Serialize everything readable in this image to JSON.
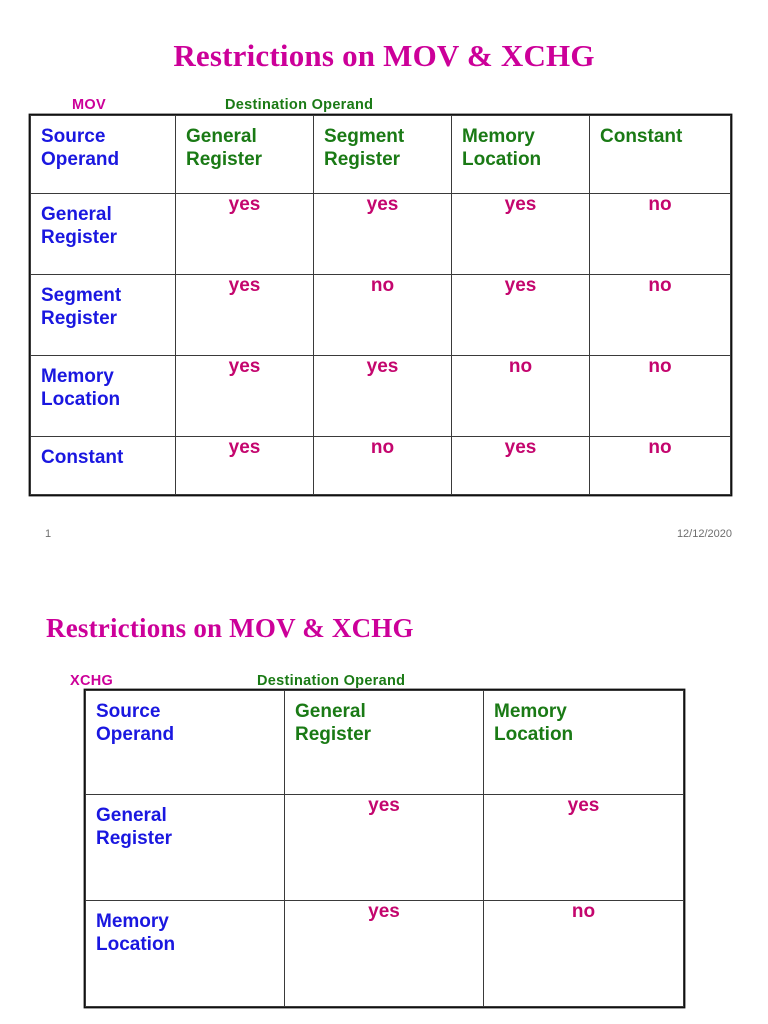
{
  "slides": [
    {
      "title": "Restrictions on MOV & XCHG",
      "instruction_label": "MOV",
      "destination_label": "Destination  Operand",
      "source_header": "Source\nOperand",
      "source_header_line1": "Source",
      "source_header_line2": "Operand",
      "columns": [
        {
          "line1": "General",
          "line2": "Register"
        },
        {
          "line1": "Segment",
          "line2": "Register"
        },
        {
          "line1": "Memory",
          "line2": "Location"
        },
        {
          "line1": "Constant",
          "line2": ""
        }
      ],
      "rows": [
        {
          "line1": "General",
          "line2": "Register",
          "values": [
            "yes",
            "yes",
            "yes",
            "no"
          ]
        },
        {
          "line1": "Segment",
          "line2": "Register",
          "values": [
            "yes",
            "no",
            "yes",
            "no"
          ]
        },
        {
          "line1": "Memory",
          "line2": "Location",
          "values": [
            "yes",
            "yes",
            "no",
            "no"
          ]
        },
        {
          "line1": "Constant",
          "line2": "",
          "values": [
            "yes",
            "no",
            "yes",
            "no"
          ]
        }
      ],
      "footer": {
        "page_number": "1",
        "date": "12/12/2020"
      }
    },
    {
      "title": "Restrictions on MOV & XCHG",
      "instruction_label": "XCHG",
      "destination_label": "Destination  Operand",
      "source_header_line1": "Source",
      "source_header_line2": "Operand",
      "columns": [
        {
          "line1": "General",
          "line2": "Register"
        },
        {
          "line1": "Memory",
          "line2": "Location"
        }
      ],
      "rows": [
        {
          "line1": "General",
          "line2": "Register",
          "values": [
            "yes",
            "yes"
          ]
        },
        {
          "line1": "Memory",
          "line2": "Location",
          "values": [
            "yes",
            "no"
          ]
        }
      ]
    }
  ],
  "colors": {
    "title_magenta": "#CC0099",
    "header_green": "#1A7A15",
    "header_blue": "#1A17E0",
    "value_magenta": "#C4066E",
    "border": "#3a3a3a",
    "footer_gray": "#6e6e6e",
    "background": "#ffffff"
  }
}
